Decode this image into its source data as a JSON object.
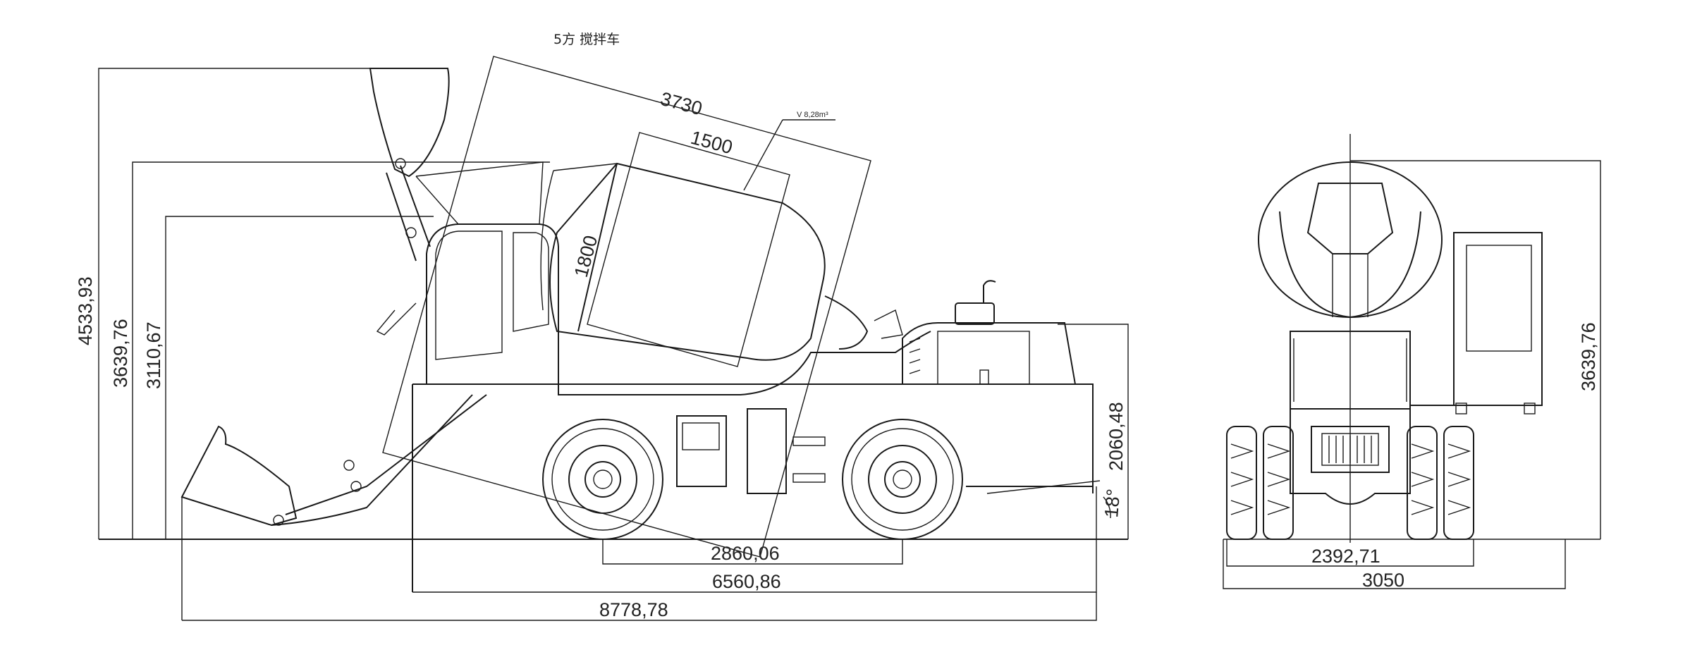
{
  "title": "5方 搅拌车",
  "volume_label": "V 8,28m³",
  "side_view": {
    "vertical_dims": [
      {
        "label": "4533,93",
        "value": 4533.93
      },
      {
        "label": "3639,76",
        "value": 3639.76
      },
      {
        "label": "3110,67",
        "value": 3110.67
      },
      {
        "label": "2060,48",
        "value": 2060.48
      }
    ],
    "drum_dims": [
      {
        "label": "3730",
        "value": 3730
      },
      {
        "label": "1500",
        "value": 1500
      },
      {
        "label": "1800",
        "value": 1800
      }
    ],
    "angle_label": "18°",
    "horizontal_dims": [
      {
        "label": "2860,06",
        "value": 2860.06
      },
      {
        "label": "6560,86",
        "value": 6560.86
      },
      {
        "label": "8778,78",
        "value": 8778.78
      }
    ]
  },
  "front_view": {
    "height_dim": {
      "label": "3639,76",
      "value": 3639.76
    },
    "width_dims": [
      {
        "label": "2392,71",
        "value": 2392.71
      },
      {
        "label": "3050",
        "value": 3050
      }
    ]
  }
}
